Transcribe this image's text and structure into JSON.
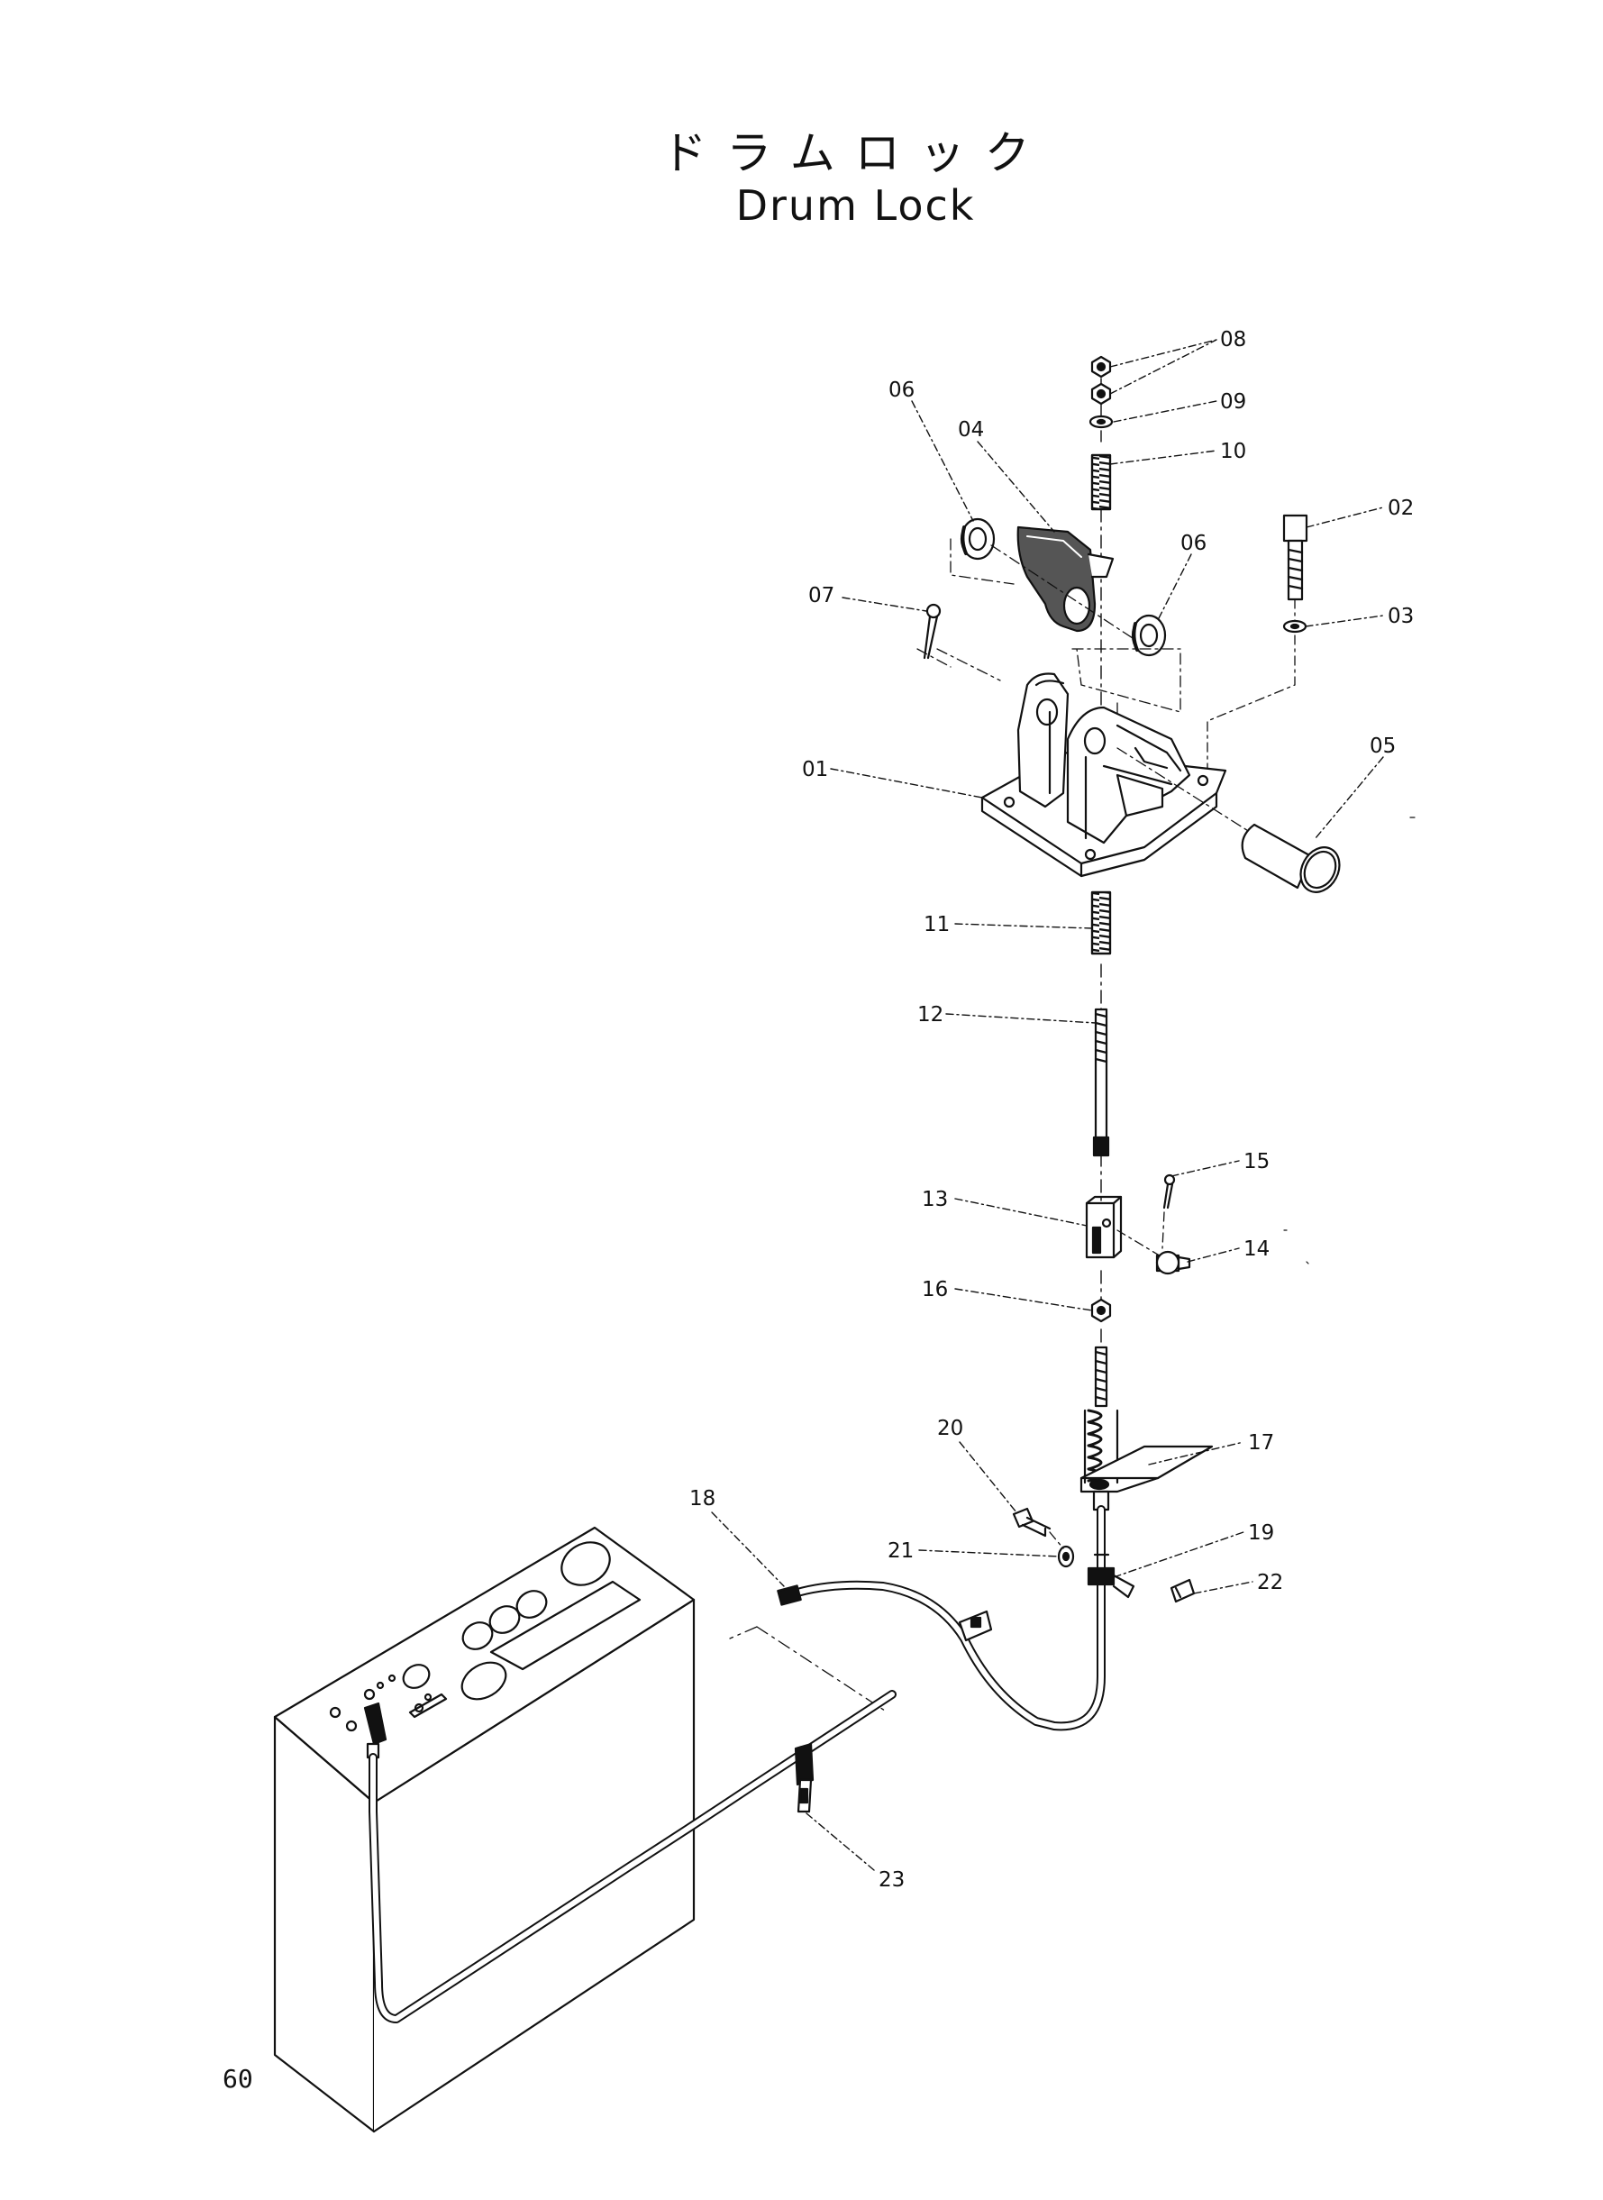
{
  "title": {
    "japanese": "ドラムロック",
    "english": "Drum Lock"
  },
  "page_number": "60",
  "callouts": {
    "p01": "01",
    "p02": "02",
    "p03": "03",
    "p04": "04",
    "p05": "05",
    "p06a": "06",
    "p06b": "06",
    "p07": "07",
    "p08": "08",
    "p09": "09",
    "p10": "10",
    "p11": "11",
    "p12": "12",
    "p13": "13",
    "p14": "14",
    "p15": "15",
    "p16": "16",
    "p17": "17",
    "p18": "18",
    "p19": "19",
    "p20": "20",
    "p21": "21",
    "p22": "22",
    "p23": "23"
  }
}
